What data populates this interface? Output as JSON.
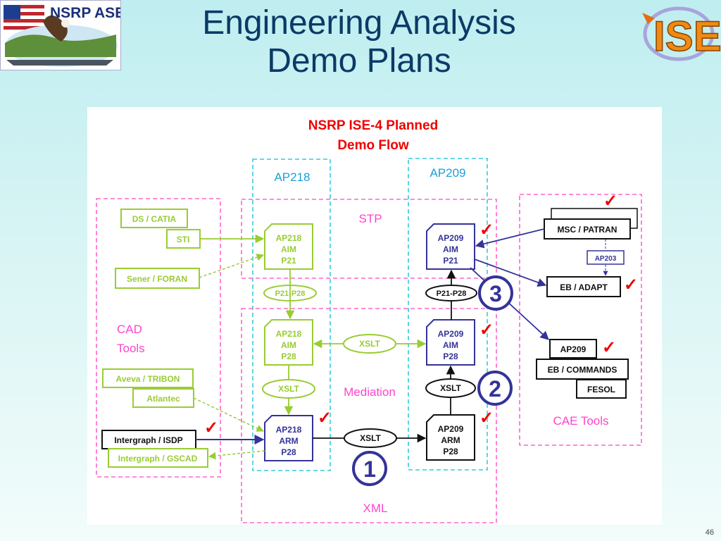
{
  "slide": {
    "title_line1": "Engineering Analysis",
    "title_line2": "Demo Plans",
    "page_number": "46"
  },
  "logos": {
    "left": {
      "text": "NSRP ASE",
      "icon": "us-flag-eagle-ships-logo"
    },
    "right": {
      "text": "ISE",
      "icon": "ise-logo"
    }
  },
  "diagram": {
    "title_line1": "NSRP ISE-4 Planned",
    "title_line2": "Demo Flow",
    "regions": {
      "ap218": "AP218",
      "ap209": "AP209",
      "stp": "STP",
      "mediation": "Mediation",
      "xml": "XML",
      "cad_line1": "CAD",
      "cad_line2": "Tools",
      "cae": "CAE Tools"
    },
    "cad_tools": {
      "ds_catia": "DS / CATIA",
      "sti": "STI",
      "sener_foran": "Sener / FORAN",
      "aveva_tribon": "Aveva / TRIBON",
      "atlantec": "Atlantec",
      "intergraph_isdp": "Intergraph / ISDP",
      "intergraph_gscad": "Intergraph / GSCAD"
    },
    "cae_tools": {
      "msc_patran": "MSC / PATRAN",
      "ap203": "AP203",
      "eb_adapt": "EB / ADAPT",
      "ap209": "AP209",
      "eb_commands": "EB / COMMANDS",
      "fesol": "FESOL"
    },
    "docs": {
      "ap218_aim_p21": [
        "AP218",
        "AIM",
        "P21"
      ],
      "ap218_aim_p28": [
        "AP218",
        "AIM",
        "P28"
      ],
      "ap218_arm_p28": [
        "AP218",
        "ARM",
        "P28"
      ],
      "ap209_aim_p21": [
        "AP209",
        "AIM",
        "P21"
      ],
      "ap209_aim_p28": [
        "AP209",
        "AIM",
        "P28"
      ],
      "ap209_arm_p28": [
        "AP209",
        "ARM",
        "P28"
      ]
    },
    "processes": {
      "p21_p28_green": "P21-P28",
      "xslt_green_mid": "XSLT",
      "xslt_green_left": "XSLT",
      "p21_p28_black": "P21-P28",
      "xslt_black_right": "XSLT",
      "xslt_black_bottom": "XSLT"
    },
    "steps": {
      "one": "1",
      "two": "2",
      "three": "3"
    },
    "checkmark": "✓",
    "colors": {
      "green": "#99cc33",
      "blue_dark": "#333399",
      "magenta": "#ff66cc",
      "cyan": "#33ccdd",
      "red": "#ee0000",
      "title_blue": "#0b3a68"
    }
  }
}
